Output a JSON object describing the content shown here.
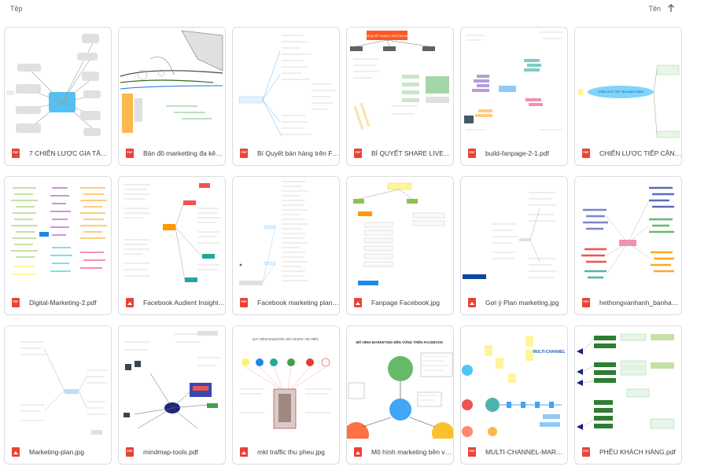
{
  "header": {
    "title": "Tệp",
    "sort_label": "Tên"
  },
  "files": [
    {
      "name": "7 CHIẾN LƯỢC GIA TĂNG D...",
      "type": "pdf"
    },
    {
      "name": "Bản đồ marketting đa kênh...",
      "type": "pdf"
    },
    {
      "name": "Bí Quyết bán hàng trên Fac...",
      "type": "pdf"
    },
    {
      "name": "BÍ QUYẾT SHARE LIVESTRE...",
      "type": "pdf"
    },
    {
      "name": "build-fanpage-2-1.pdf",
      "type": "pdf"
    },
    {
      "name": "CHIẾN LƯỢC TIẾP CẬN KH...",
      "type": "pdf"
    },
    {
      "name": "Digital-Marketing-2.pdf",
      "type": "pdf"
    },
    {
      "name": "Facebook Audient Insight.jpg",
      "type": "image"
    },
    {
      "name": "Facebook marketing plan b...",
      "type": "pdf"
    },
    {
      "name": "Fanpage Facebook.jpg",
      "type": "image"
    },
    {
      "name": "Gợi ý Plan marketing.jpg",
      "type": "image"
    },
    {
      "name": "hethongvanhanh_banhango...",
      "type": "pdf"
    },
    {
      "name": "Marketing-plan.jpg",
      "type": "image"
    },
    {
      "name": "mindmap-tools.pdf",
      "type": "pdf"
    },
    {
      "name": "mkt traffic thu pheu.jpg",
      "type": "image"
    },
    {
      "name": "Mô hình marketing bền vữn...",
      "type": "image"
    },
    {
      "name": "MULTI-CHANNEL-MARKETI...",
      "type": "pdf"
    },
    {
      "name": "PHỄU KHÁCH HÀNG.pdf",
      "type": "pdf"
    }
  ],
  "thumb_texts": {
    "bi_quyet_share": "BÍ QUYẾT SHARE LIVESTREAM",
    "chien_luoc": "CHIẾN LƯỢC TIẾP CẬN KHÁCH HÀNG",
    "mkt_traffic": "QUY TRÌNH MARKETING KÉO TRAFFIC THU PHỄU",
    "mo_hinh": "MÔ HÌNH MARKETING BỀN VỮNG TRÊN FACEBOOK",
    "multi_channel": "MULTI-CHANNEL"
  },
  "colors": {
    "pdf_icon": "#ea4335",
    "image_icon": "#ea4335",
    "card_border": "#dadce0"
  }
}
